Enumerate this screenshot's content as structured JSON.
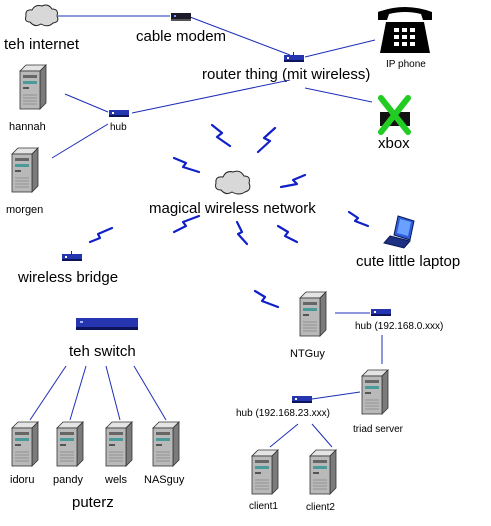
{
  "labels": {
    "internet": "teh internet",
    "cable_modem": "cable modem",
    "router": "router thing (mit wireless)",
    "ip_phone": "IP phone",
    "hub_top": "hub",
    "xbox": "xbox",
    "hannah": "hannah",
    "morgen": "morgen",
    "wireless_network": "magical wireless network",
    "laptop": "cute little laptop",
    "wireless_bridge": "wireless bridge",
    "switch": "teh switch",
    "ntguy": "NTGuy",
    "hub_ntguy": "hub (192.168.0.xxx)",
    "triad": "triad server",
    "hub_triad": "hub (192.168.23.xxx)",
    "client1": "client1",
    "client2": "client2",
    "idoru": "idoru",
    "pandy": "pandy",
    "wels": "wels",
    "nasguy": "NASguy",
    "puterz": "puterz"
  },
  "colors": {
    "link": "#1f2fb8",
    "wireless_bolt": "#1020c8",
    "hub_body": "#2636b0",
    "xbox_x": "#22cc22",
    "server_body": "#b9b9b9",
    "cloud_fill": "#d8d8d8"
  },
  "icons": {
    "cloud": "cloud-icon",
    "modem": "modem-icon",
    "phone": "phone-icon",
    "hub": "hub-icon",
    "server": "server-icon",
    "xbox": "xbox-icon",
    "laptop": "laptop-icon",
    "switch": "switch-icon",
    "lightning": "lightning-icon"
  }
}
